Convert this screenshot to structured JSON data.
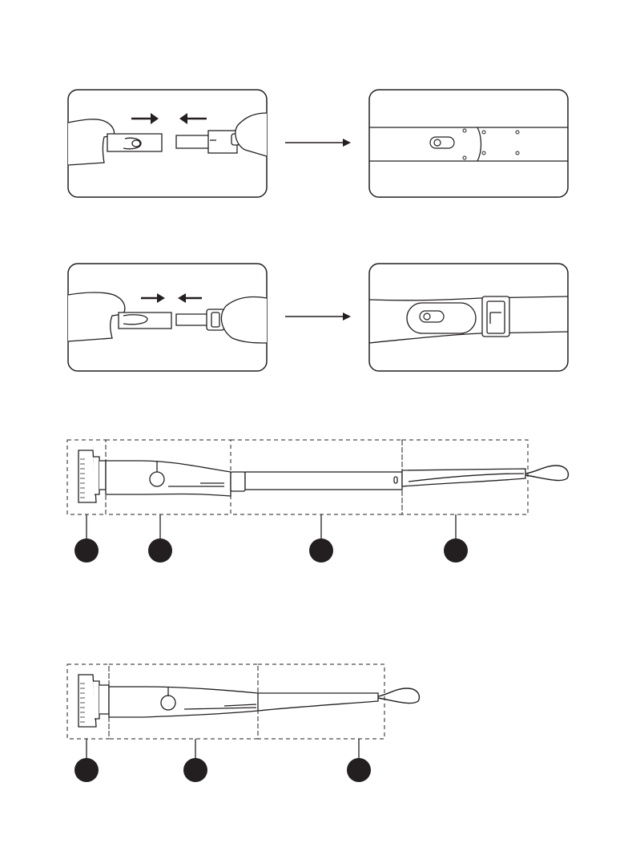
{
  "colors": {
    "ink": "#231f20",
    "paper": "#ffffff"
  },
  "steps": [
    {
      "name": "step-1",
      "before": "hands-push-together",
      "after": "joined-pole-closeup"
    },
    {
      "name": "step-2",
      "before": "hands-push-together",
      "after": "joined-pole-closeup"
    }
  ],
  "assemblies": [
    {
      "name": "long-assembly",
      "segments": 4,
      "badges": 4
    },
    {
      "name": "short-assembly",
      "segments": 3,
      "badges": 3
    }
  ],
  "icons": [
    "arrow-right-icon",
    "arrow-left-icon",
    "hand-icon",
    "brush-head-icon",
    "wrist-strap-icon",
    "callout-badge-icon"
  ]
}
